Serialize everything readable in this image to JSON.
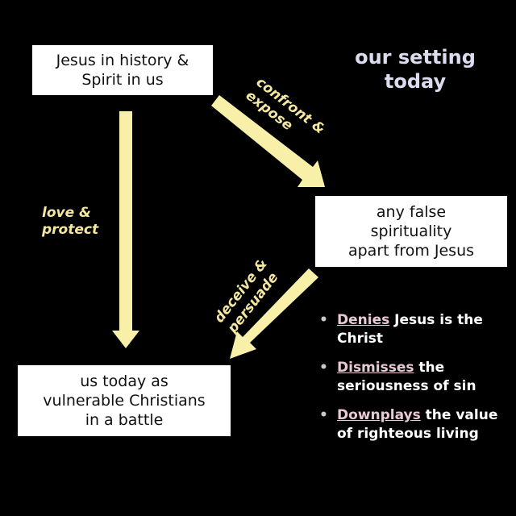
{
  "boxes": {
    "top": {
      "line1": "Jesus in history &",
      "line2": "Spirit in us"
    },
    "right": {
      "line1": "any false",
      "line2": "spirituality",
      "line3": "apart from Jesus"
    },
    "bottom": {
      "line1": "us today as",
      "line2": "vulnerable Christians",
      "line3": "in a battle"
    }
  },
  "setting": {
    "line1": "our setting",
    "line2": "today"
  },
  "labels": {
    "love": {
      "line1": "love &",
      "line2": "protect"
    },
    "confront": {
      "line1": "confront &",
      "line2": "expose"
    },
    "deceive": {
      "line1": "deceive &",
      "line2": "persuade"
    }
  },
  "bullets": [
    {
      "keyword": "Denies",
      "rest": " Jesus is the Christ"
    },
    {
      "keyword": "Dismisses",
      "rest": " the seriousness of sin"
    },
    {
      "keyword": "Downplays",
      "rest": " the value of righteous living"
    }
  ],
  "bullet_symbol": "•",
  "colors": {
    "background": "#000000",
    "box": "#ffffff",
    "arrow": "#f8f0a8",
    "label": "#f4e7a1",
    "setting": "#dcdcf0",
    "keyword": "#e8c9d4"
  }
}
